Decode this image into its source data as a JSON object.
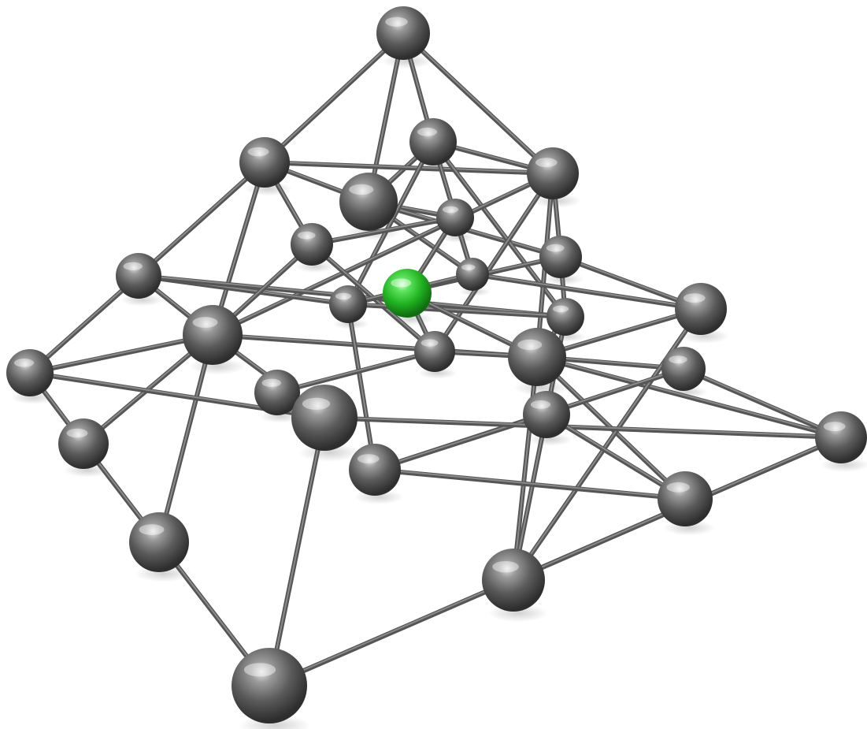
{
  "image": {
    "subject": "",
    "background_color": "#ffffff",
    "node_color": "#5a5a5a",
    "highlight_node_color": "#2dbf2d",
    "rod_color": "#555555"
  },
  "nodes": [
    {
      "id": "apex",
      "kind": "gray"
    },
    {
      "id": "t1",
      "kind": "gray"
    },
    {
      "id": "t2",
      "kind": "gray"
    },
    {
      "id": "t3",
      "kind": "gray"
    },
    {
      "id": "t4",
      "kind": "gray"
    },
    {
      "id": "m1",
      "kind": "gray"
    },
    {
      "id": "m2",
      "kind": "gray"
    },
    {
      "id": "m3",
      "kind": "gray"
    },
    {
      "id": "m4",
      "kind": "gray"
    },
    {
      "id": "m5",
      "kind": "gray"
    },
    {
      "id": "m6",
      "kind": "gray"
    },
    {
      "id": "m7",
      "kind": "gray"
    },
    {
      "id": "green",
      "kind": "green"
    },
    {
      "id": "m8",
      "kind": "gray"
    },
    {
      "id": "m9",
      "kind": "gray"
    },
    {
      "id": "m10",
      "kind": "gray"
    },
    {
      "id": "m11",
      "kind": "gray"
    },
    {
      "id": "b1",
      "kind": "gray"
    },
    {
      "id": "b2",
      "kind": "gray"
    },
    {
      "id": "b3",
      "kind": "gray"
    },
    {
      "id": "b4",
      "kind": "gray"
    },
    {
      "id": "b5",
      "kind": "gray"
    },
    {
      "id": "b6",
      "kind": "gray"
    },
    {
      "id": "b7",
      "kind": "gray"
    },
    {
      "id": "b8",
      "kind": "gray"
    },
    {
      "id": "b9",
      "kind": "gray"
    },
    {
      "id": "b10",
      "kind": "gray"
    },
    {
      "id": "b11",
      "kind": "gray"
    },
    {
      "id": "b12",
      "kind": "gray"
    },
    {
      "id": "b13",
      "kind": "gray"
    }
  ],
  "edges": [
    [
      "apex",
      "t1"
    ],
    [
      "apex",
      "t2"
    ],
    [
      "apex",
      "t3"
    ],
    [
      "apex",
      "t4"
    ],
    [
      "t1",
      "t2"
    ],
    [
      "t2",
      "t3"
    ],
    [
      "t1",
      "t4"
    ],
    [
      "t4",
      "t3"
    ],
    [
      "t1",
      "m1"
    ],
    [
      "t1",
      "m2"
    ],
    [
      "t1",
      "m6"
    ],
    [
      "t2",
      "m3"
    ],
    [
      "t2",
      "m4"
    ],
    [
      "t2",
      "m5"
    ],
    [
      "t3",
      "m5"
    ],
    [
      "t3",
      "m7"
    ],
    [
      "t3",
      "m8"
    ],
    [
      "t4",
      "m6"
    ],
    [
      "t4",
      "m9"
    ],
    [
      "t4",
      "m10"
    ],
    [
      "t4",
      "m4"
    ],
    [
      "m1",
      "m6"
    ],
    [
      "m1",
      "b1"
    ],
    [
      "m1",
      "m7"
    ],
    [
      "m1",
      "m8"
    ],
    [
      "m2",
      "m6"
    ],
    [
      "m2",
      "m9"
    ],
    [
      "m2",
      "m3"
    ],
    [
      "m3",
      "m5"
    ],
    [
      "m3",
      "green"
    ],
    [
      "m4",
      "m7"
    ],
    [
      "m4",
      "m11"
    ],
    [
      "m4",
      "m8"
    ],
    [
      "m5",
      "m7"
    ],
    [
      "m5",
      "m11"
    ],
    [
      "m6",
      "b1"
    ],
    [
      "m6",
      "b4"
    ],
    [
      "m6",
      "b2"
    ],
    [
      "m6",
      "b5"
    ],
    [
      "m6",
      "m10"
    ],
    [
      "m7",
      "m8"
    ],
    [
      "m7",
      "b6"
    ],
    [
      "m8",
      "m10"
    ],
    [
      "m8",
      "b7"
    ],
    [
      "green",
      "m10"
    ],
    [
      "green",
      "m9"
    ],
    [
      "green",
      "m3"
    ],
    [
      "m9",
      "m10"
    ],
    [
      "m9",
      "b3"
    ],
    [
      "m10",
      "b8"
    ],
    [
      "m10",
      "b9"
    ],
    [
      "m10",
      "b10"
    ],
    [
      "m10",
      "b11"
    ],
    [
      "m10",
      "m8"
    ],
    [
      "m11",
      "m10"
    ],
    [
      "m11",
      "b11"
    ],
    [
      "b1",
      "b2"
    ],
    [
      "b1",
      "b5"
    ],
    [
      "b2",
      "b4"
    ],
    [
      "b4",
      "b12"
    ],
    [
      "b12",
      "b10"
    ],
    [
      "b12",
      "b13"
    ],
    [
      "b10",
      "b8"
    ],
    [
      "b8",
      "b6"
    ],
    [
      "b6",
      "b7"
    ],
    [
      "b7",
      "b11"
    ],
    [
      "b3",
      "b5"
    ],
    [
      "b5",
      "b12"
    ],
    [
      "b5",
      "b13"
    ],
    [
      "b11",
      "b13"
    ],
    [
      "b9",
      "b6"
    ],
    [
      "b9",
      "b7"
    ]
  ]
}
